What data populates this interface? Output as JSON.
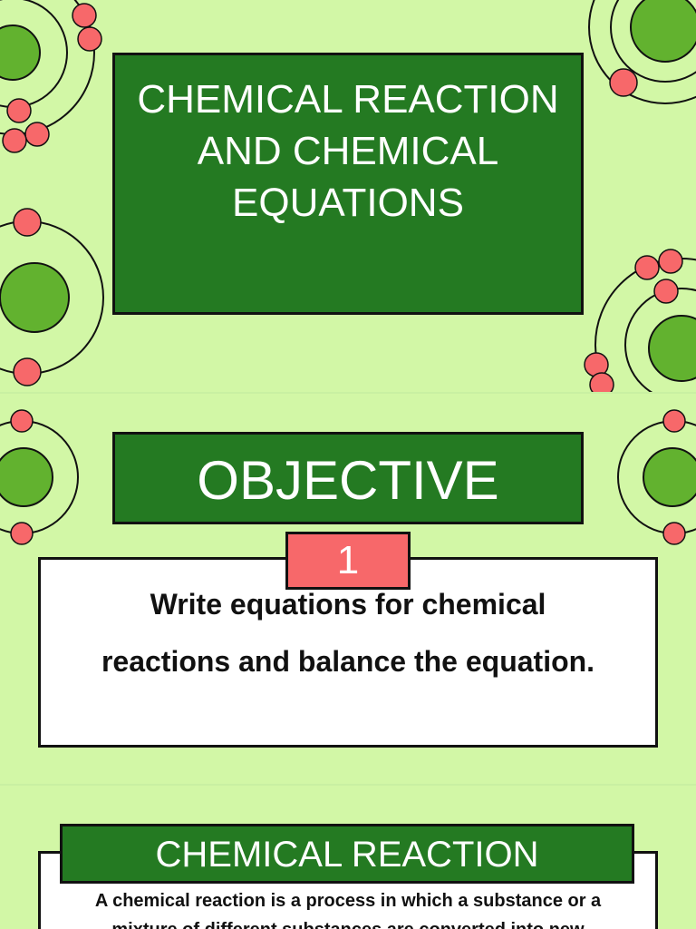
{
  "slides": [
    {
      "title": "CHEMICAL REACTION AND CHEMICAL EQUATIONS"
    },
    {
      "title": "OBJECTIVE",
      "badge": "1",
      "text": "Write equations for chemical reactions and balance the equation."
    },
    {
      "title": "CHEMICAL REACTION",
      "text": "A chemical reaction is a process in which a substance or a mixture of different substances are converted into new"
    }
  ],
  "colors": {
    "background": "#d2f7a6",
    "title_box": "#247a22",
    "nucleus": "#62b22f",
    "electron": "#f7686a",
    "badge": "#f7686a"
  },
  "icons": [
    "atom-icon"
  ]
}
